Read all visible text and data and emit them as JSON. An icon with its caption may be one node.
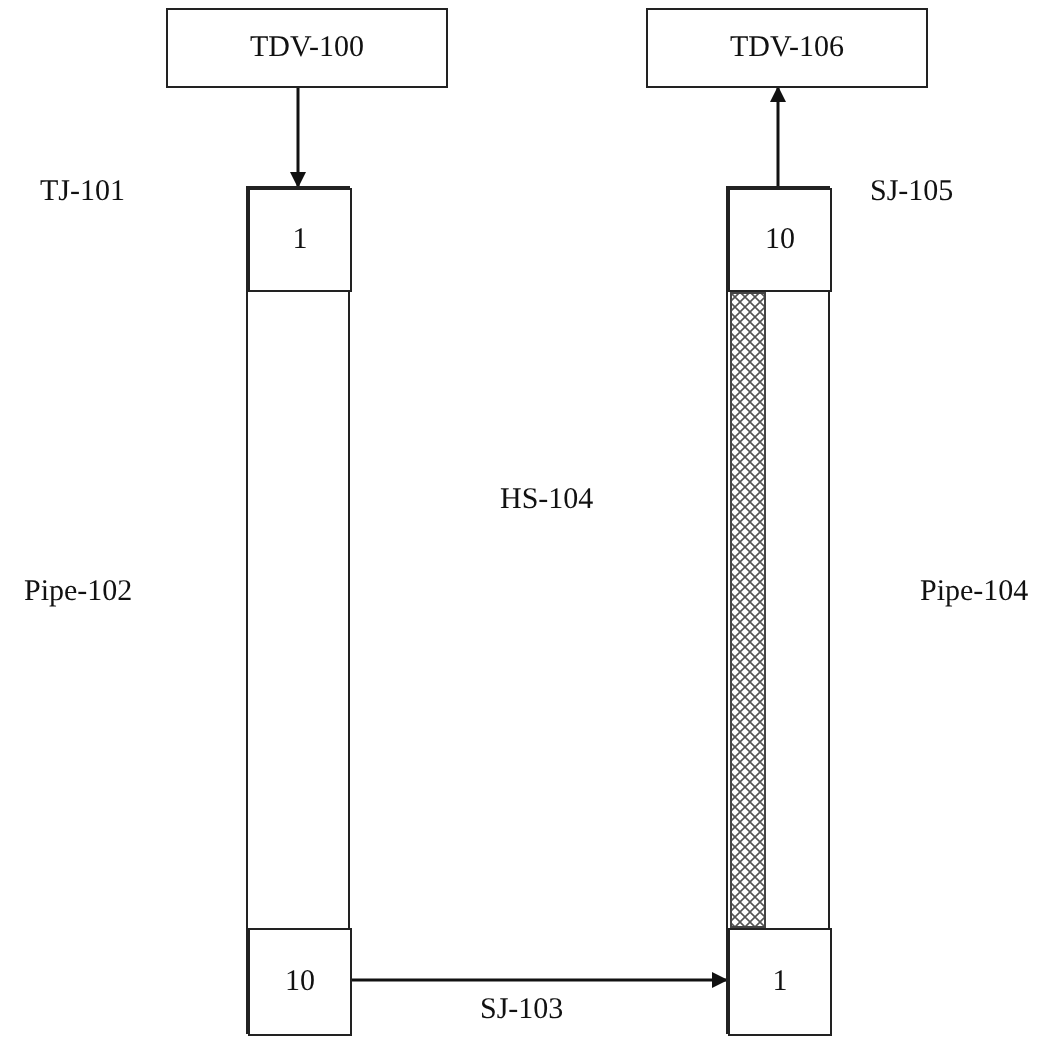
{
  "diagram": {
    "nodes": [
      {
        "text": [
          "TDV-100"
        ]
      },
      {
        "text": [],
        "shape": "box",
        "beside": [
          "Pipe-102"
        ]
      },
      {
        "text": [
          "1"
        ],
        "in": 1
      },
      {
        "text": [
          "10"
        ],
        "in": 1
      },
      {
        "text": [],
        "shape": "box",
        "beside": [
          "Pipe-104"
        ]
      },
      {
        "text": [
          "10"
        ],
        "in": 4
      },
      {
        "text": [],
        "shape": "bar",
        "in": 4
      },
      {
        "text": [
          "1"
        ],
        "in": 4
      },
      {
        "text": [
          "TDV-106"
        ]
      }
    ],
    "edges": [
      {
        "from": 0,
        "to": 2,
        "arrow": "to"
      },
      {
        "from": 3,
        "to": 7,
        "arrow": "to",
        "label": "SJ-103"
      },
      {
        "from": 5,
        "to": 8,
        "arrow": "to",
        "label": "SJ-105"
      }
    ],
    "labels": [
      "TJ-101",
      "HS-104"
    ]
  }
}
